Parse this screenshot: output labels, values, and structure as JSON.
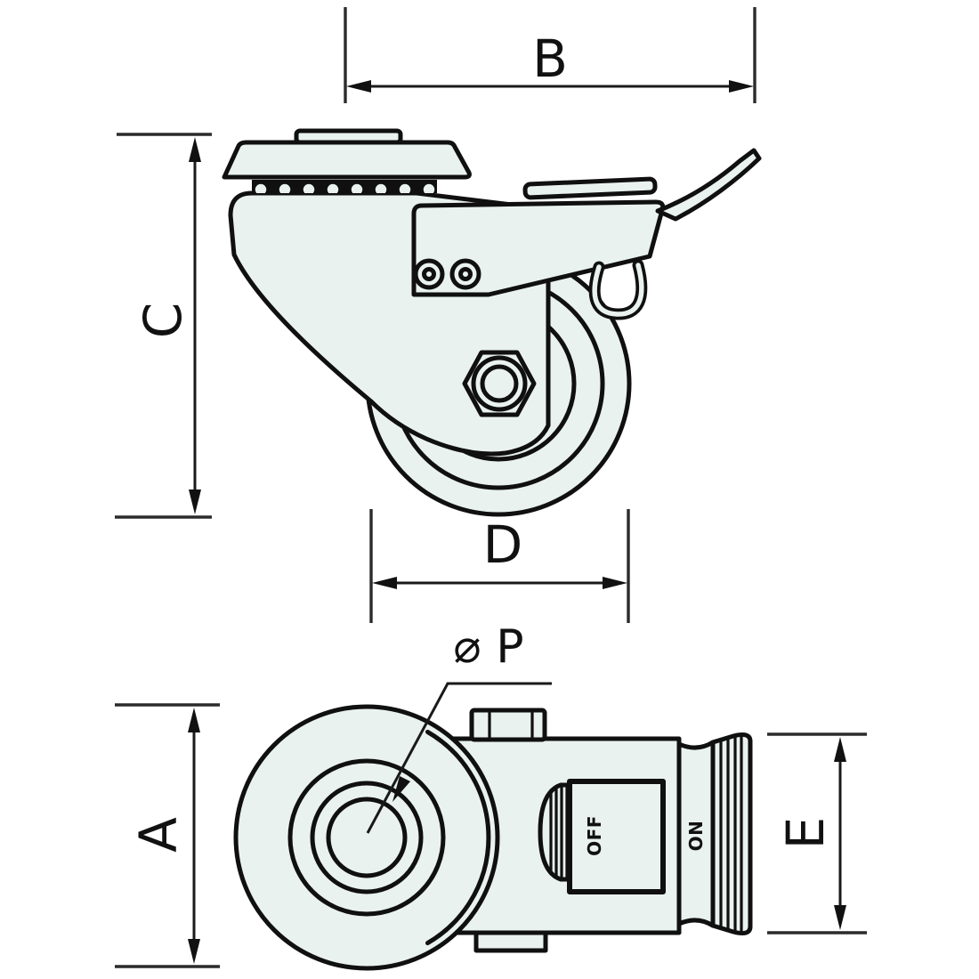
{
  "drawing": {
    "kind": "caster-wheel-technical-drawing",
    "views": {
      "side_view": "swivel caster with brake lever, side elevation",
      "plan_view": "swivel caster with brake pedal, plan view"
    }
  },
  "labels": {
    "dim_a": "A",
    "dim_b": "B",
    "dim_c": "C",
    "dim_d": "D",
    "dim_e": "E",
    "bolt_hole_diameter": "⌀ P",
    "brake_off": "OFF",
    "brake_on": "ON"
  },
  "colors": {
    "background": "#ffffff",
    "part_fill": "#e9f2ef",
    "outline": "#101010",
    "dimension_line": "#1a1a1a"
  }
}
